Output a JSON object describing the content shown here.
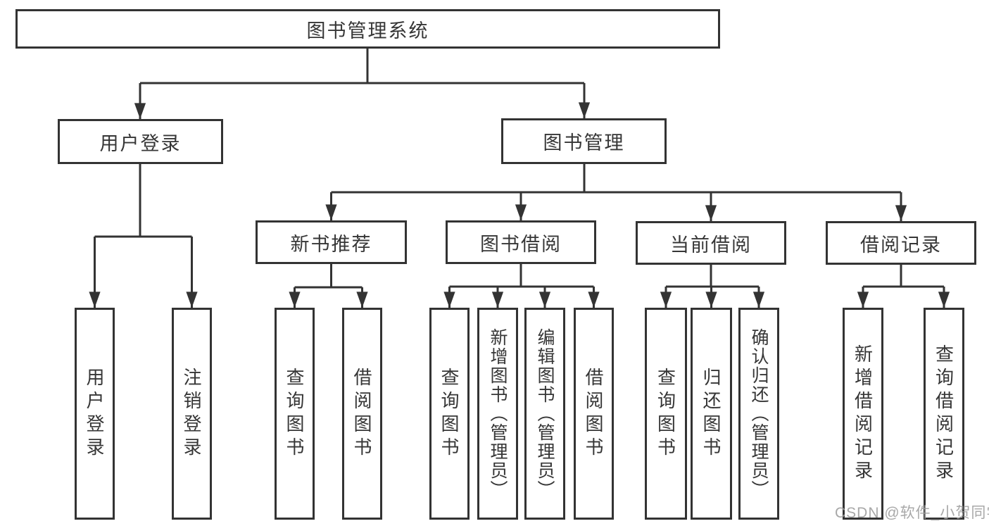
{
  "diagram": {
    "type": "hierarchy-tree",
    "colors": {
      "line": "#333333",
      "text": "#363636",
      "background": "#ffffff",
      "watermark": "#9f9f9f"
    },
    "tree": {
      "label": "图书管理系统",
      "children": [
        {
          "label": "用户登录",
          "children": [
            {
              "label": "用户登录"
            },
            {
              "label": "注销登录"
            }
          ]
        },
        {
          "label": "图书管理",
          "children": [
            {
              "label": "新书推荐",
              "children": [
                {
                  "label": "查询图书"
                },
                {
                  "label": "借阅图书"
                }
              ]
            },
            {
              "label": "图书借阅",
              "children": [
                {
                  "label": "查询图书"
                },
                {
                  "label": "新增图书（管理员）"
                },
                {
                  "label": "编辑图书（管理员）"
                },
                {
                  "label": "借阅图书"
                }
              ]
            },
            {
              "label": "当前借阅",
              "children": [
                {
                  "label": "查询图书"
                },
                {
                  "label": "归还图书"
                },
                {
                  "label": "确认归还（管理员）"
                }
              ]
            },
            {
              "label": "借阅记录",
              "children": [
                {
                  "label": "新增借阅记录"
                },
                {
                  "label": "查询借阅记录"
                }
              ]
            }
          ]
        }
      ]
    }
  },
  "watermark": {
    "text": "CSDN @软件_小贺同学"
  }
}
